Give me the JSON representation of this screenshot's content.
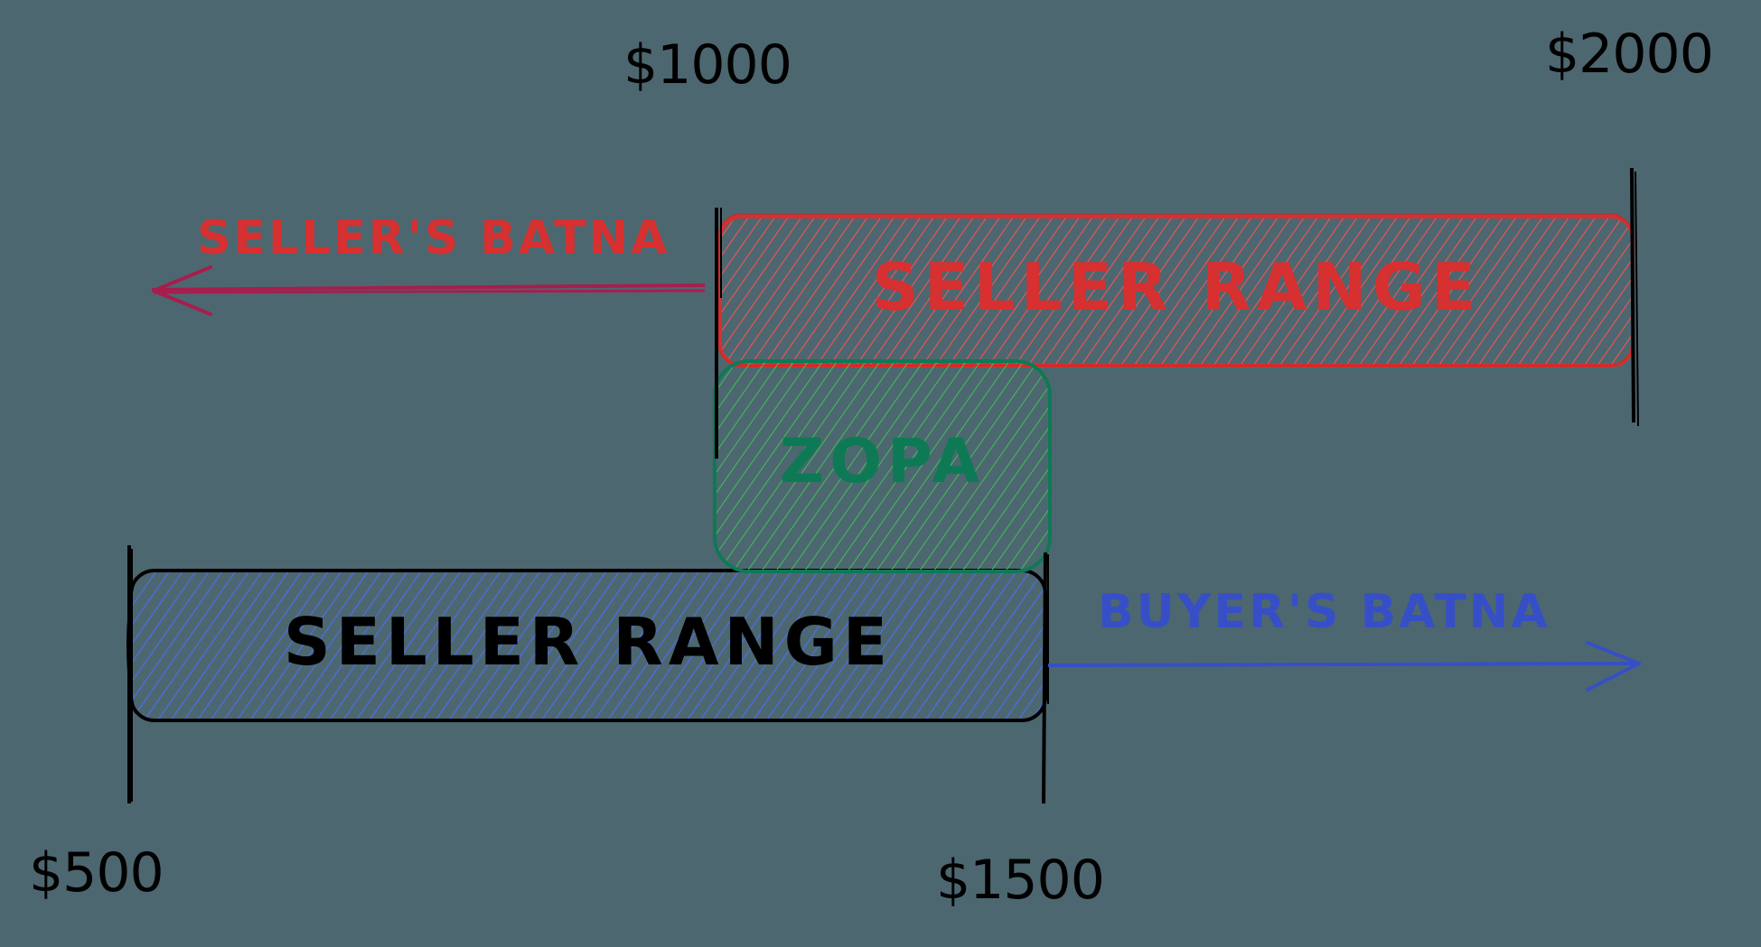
{
  "diagram": {
    "title": "ZOPA negotiation range diagram",
    "background_color": "#4d6770",
    "price_labels": {
      "p1000": "$1000",
      "p2000": "$2000",
      "p500": "$500",
      "p1500": "$1500"
    },
    "seller_range": {
      "label": "SELLER RANGE",
      "color": "#d63030",
      "hatch_color": "#ff5252",
      "min": "$1000",
      "max": "$2000"
    },
    "zopa": {
      "label": "ZOPA",
      "color": "#0d7a55",
      "hatch_color": "#40c057",
      "min": "$1000",
      "max": "$1500"
    },
    "buyer_range": {
      "label": "SELLER RANGE",
      "text_color": "#000000",
      "stroke_color": "#000000",
      "hatch_color": "#4c6ef5",
      "min": "$500",
      "max": "$1500"
    },
    "sellers_batna": {
      "label": "SELLER'S BATNA",
      "color": "#d63030",
      "arrow_color": "#a61e4d",
      "direction": "left"
    },
    "buyers_batna": {
      "label": "BUYER'S BATNA",
      "color": "#364fc7",
      "arrow_color": "#364fc7",
      "direction": "right"
    }
  }
}
